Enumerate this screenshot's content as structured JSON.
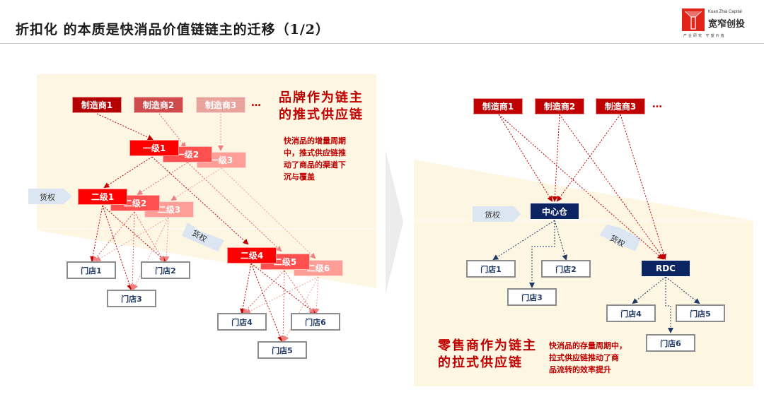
{
  "header": {
    "title": "折扣化 的本质是快消品价值链链主的迁移（1/2）",
    "logo": {
      "english": "Kuan Zhai Capital",
      "chinese": "宽窄创投",
      "slogan": "产业研究  守望价值"
    }
  },
  "colors": {
    "dark_red": "#b40000",
    "red": "#ff0000",
    "navy": "#0c2461",
    "panel_bg": "#fdf6e3",
    "arrow_blue": "#dce6f2"
  },
  "left_panel": {
    "heading_line1": "品牌作为链主",
    "heading_line2": "的推式供应链",
    "description": [
      "快消品的增量周期",
      "中，推式供应链推",
      "动了商品的渠道下",
      "沉与覆盖"
    ],
    "manufacturers": [
      "制造商1",
      "制造商2",
      "制造商3"
    ],
    "ellipsis": "…",
    "level1": [
      "一级1",
      "一级2",
      "一级3"
    ],
    "level2_group_a": [
      "二级1",
      "二级2",
      "二级3"
    ],
    "level2_group_b": [
      "二级4",
      "二级5",
      "二级6"
    ],
    "stores": [
      "门店1",
      "门店2",
      "门店3",
      "门店4",
      "门店5",
      "门店6"
    ],
    "ownership_label_1": "货权",
    "ownership_label_2": "货权"
  },
  "right_panel": {
    "heading_line1": "零售商作为链主",
    "heading_line2": "的拉式供应链",
    "description": [
      "快消品的存量周期中，",
      "拉式供应链推动了商",
      "品流转的效率提升"
    ],
    "manufacturers": [
      "制造商1",
      "制造商2",
      "制造商3"
    ],
    "ellipsis": "…",
    "central_warehouse": "中心仓",
    "rdc": "RDC",
    "stores": [
      "门店1",
      "门店2",
      "门店3",
      "门店4",
      "门店5",
      "门店6"
    ],
    "ownership_label_1": "货权",
    "ownership_label_2": "货权"
  }
}
